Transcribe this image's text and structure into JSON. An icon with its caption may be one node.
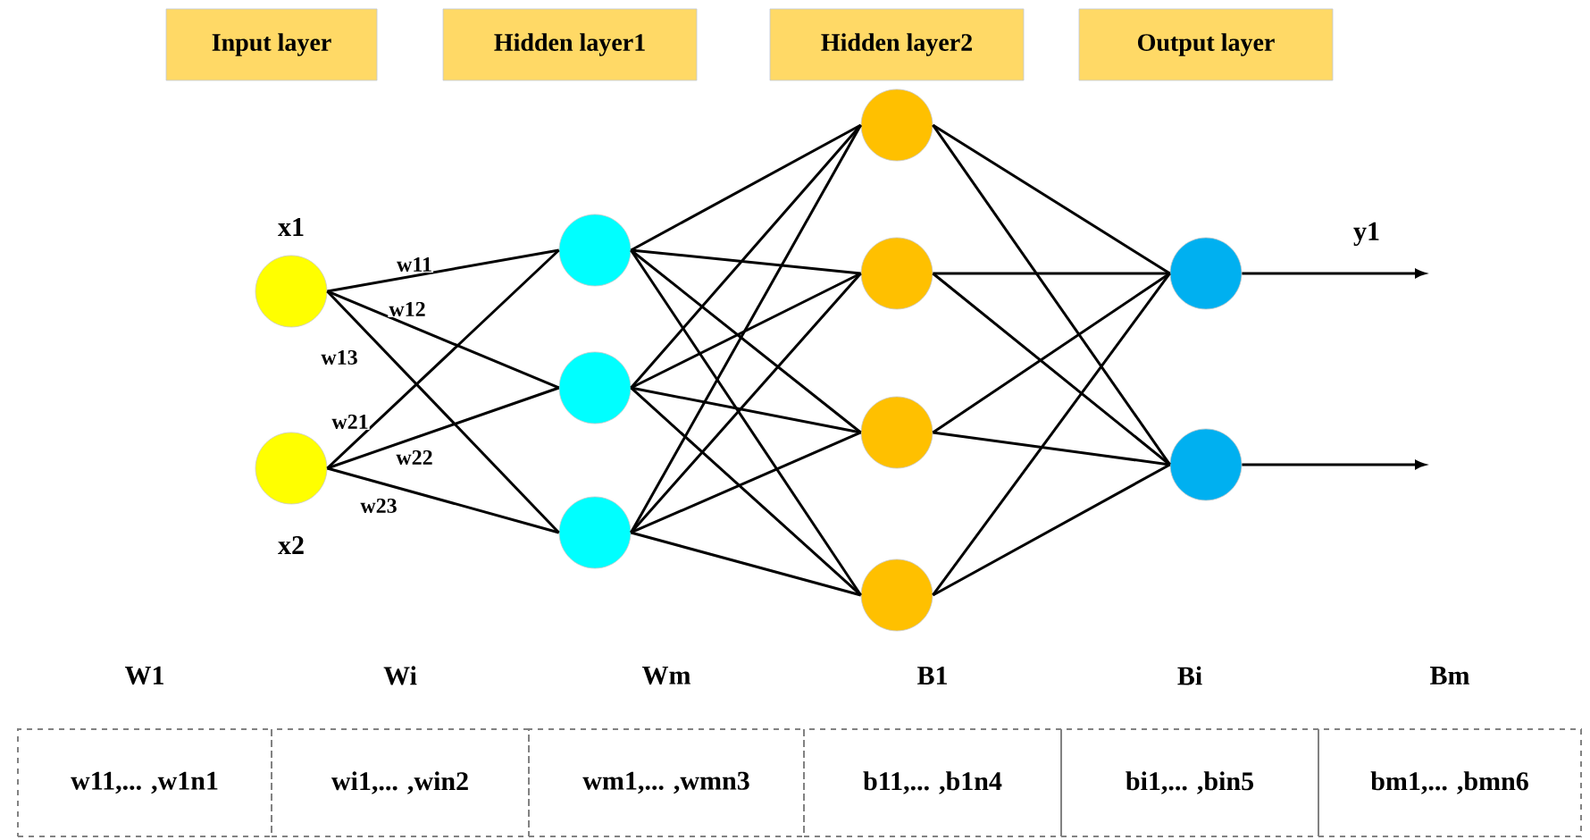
{
  "diagram": {
    "nodes": [
      {
        "text": [
          "Input layer"
        ]
      },
      {
        "text": [
          "Hidden layer1"
        ]
      },
      {
        "text": [
          "Hidden layer2"
        ]
      },
      {
        "text": [
          "Output layer"
        ]
      },
      {
        "text": [],
        "shape": "circle",
        "beside": [
          "x1"
        ]
      },
      {
        "text": [],
        "shape": "circle",
        "beside": [
          "x2"
        ]
      },
      {
        "text": [],
        "shape": "circle"
      },
      {
        "text": [],
        "shape": "circle"
      },
      {
        "text": [],
        "shape": "circle"
      },
      {
        "text": [],
        "shape": "circle"
      },
      {
        "text": [],
        "shape": "circle"
      },
      {
        "text": [],
        "shape": "circle"
      },
      {
        "text": [],
        "shape": "circle"
      },
      {
        "text": [],
        "shape": "circle"
      },
      {
        "text": [],
        "shape": "circle"
      },
      {
        "text": [
          "W1",
          "w11,... ,w1n1"
        ]
      },
      {
        "text": [
          "Wi",
          "wi1,... ,win2"
        ]
      },
      {
        "text": [
          "Wm",
          "wm1,... ,wmn3"
        ]
      },
      {
        "text": [
          "B1",
          "b11,... ,b1n4"
        ]
      },
      {
        "text": [
          "Bi",
          "bi1,... ,bin5"
        ]
      },
      {
        "text": [
          "Bm",
          "bm1,... ,bmn6"
        ]
      }
    ],
    "edges": [
      {
        "from": 4,
        "to": 6,
        "arrow": "none",
        "label": "w11"
      },
      {
        "from": 4,
        "to": 7,
        "arrow": "none",
        "label": "w12"
      },
      {
        "from": 4,
        "to": 8,
        "arrow": "none",
        "label": "w13"
      },
      {
        "from": 5,
        "to": 6,
        "arrow": "none",
        "label": "w21"
      },
      {
        "from": 5,
        "to": 7,
        "arrow": "none",
        "label": "w22"
      },
      {
        "from": 5,
        "to": 8,
        "arrow": "none",
        "label": "w23"
      },
      {
        "from": 6,
        "to": 9,
        "arrow": "none"
      },
      {
        "from": 6,
        "to": 10,
        "arrow": "none"
      },
      {
        "from": 6,
        "to": 11,
        "arrow": "none"
      },
      {
        "from": 6,
        "to": 12,
        "arrow": "none"
      },
      {
        "from": 7,
        "to": 9,
        "arrow": "none"
      },
      {
        "from": 7,
        "to": 10,
        "arrow": "none"
      },
      {
        "from": 7,
        "to": 11,
        "arrow": "none"
      },
      {
        "from": 7,
        "to": 12,
        "arrow": "none"
      },
      {
        "from": 8,
        "to": 9,
        "arrow": "none"
      },
      {
        "from": 8,
        "to": 10,
        "arrow": "none"
      },
      {
        "from": 8,
        "to": 11,
        "arrow": "none"
      },
      {
        "from": 8,
        "to": 12,
        "arrow": "none"
      },
      {
        "from": 9,
        "to": 13,
        "arrow": "none"
      },
      {
        "from": 9,
        "to": 14,
        "arrow": "none"
      },
      {
        "from": 10,
        "to": 13,
        "arrow": "none"
      },
      {
        "from": 10,
        "to": 14,
        "arrow": "none"
      },
      {
        "from": 11,
        "to": 13,
        "arrow": "none"
      },
      {
        "from": 11,
        "to": 14,
        "arrow": "none"
      },
      {
        "from": 12,
        "to": 13,
        "arrow": "none"
      },
      {
        "from": 12,
        "to": 14,
        "arrow": "none"
      },
      {
        "from": 13,
        "to": null,
        "arrow": "to",
        "label": "y1"
      },
      {
        "from": 14,
        "to": null,
        "arrow": "to"
      }
    ]
  }
}
